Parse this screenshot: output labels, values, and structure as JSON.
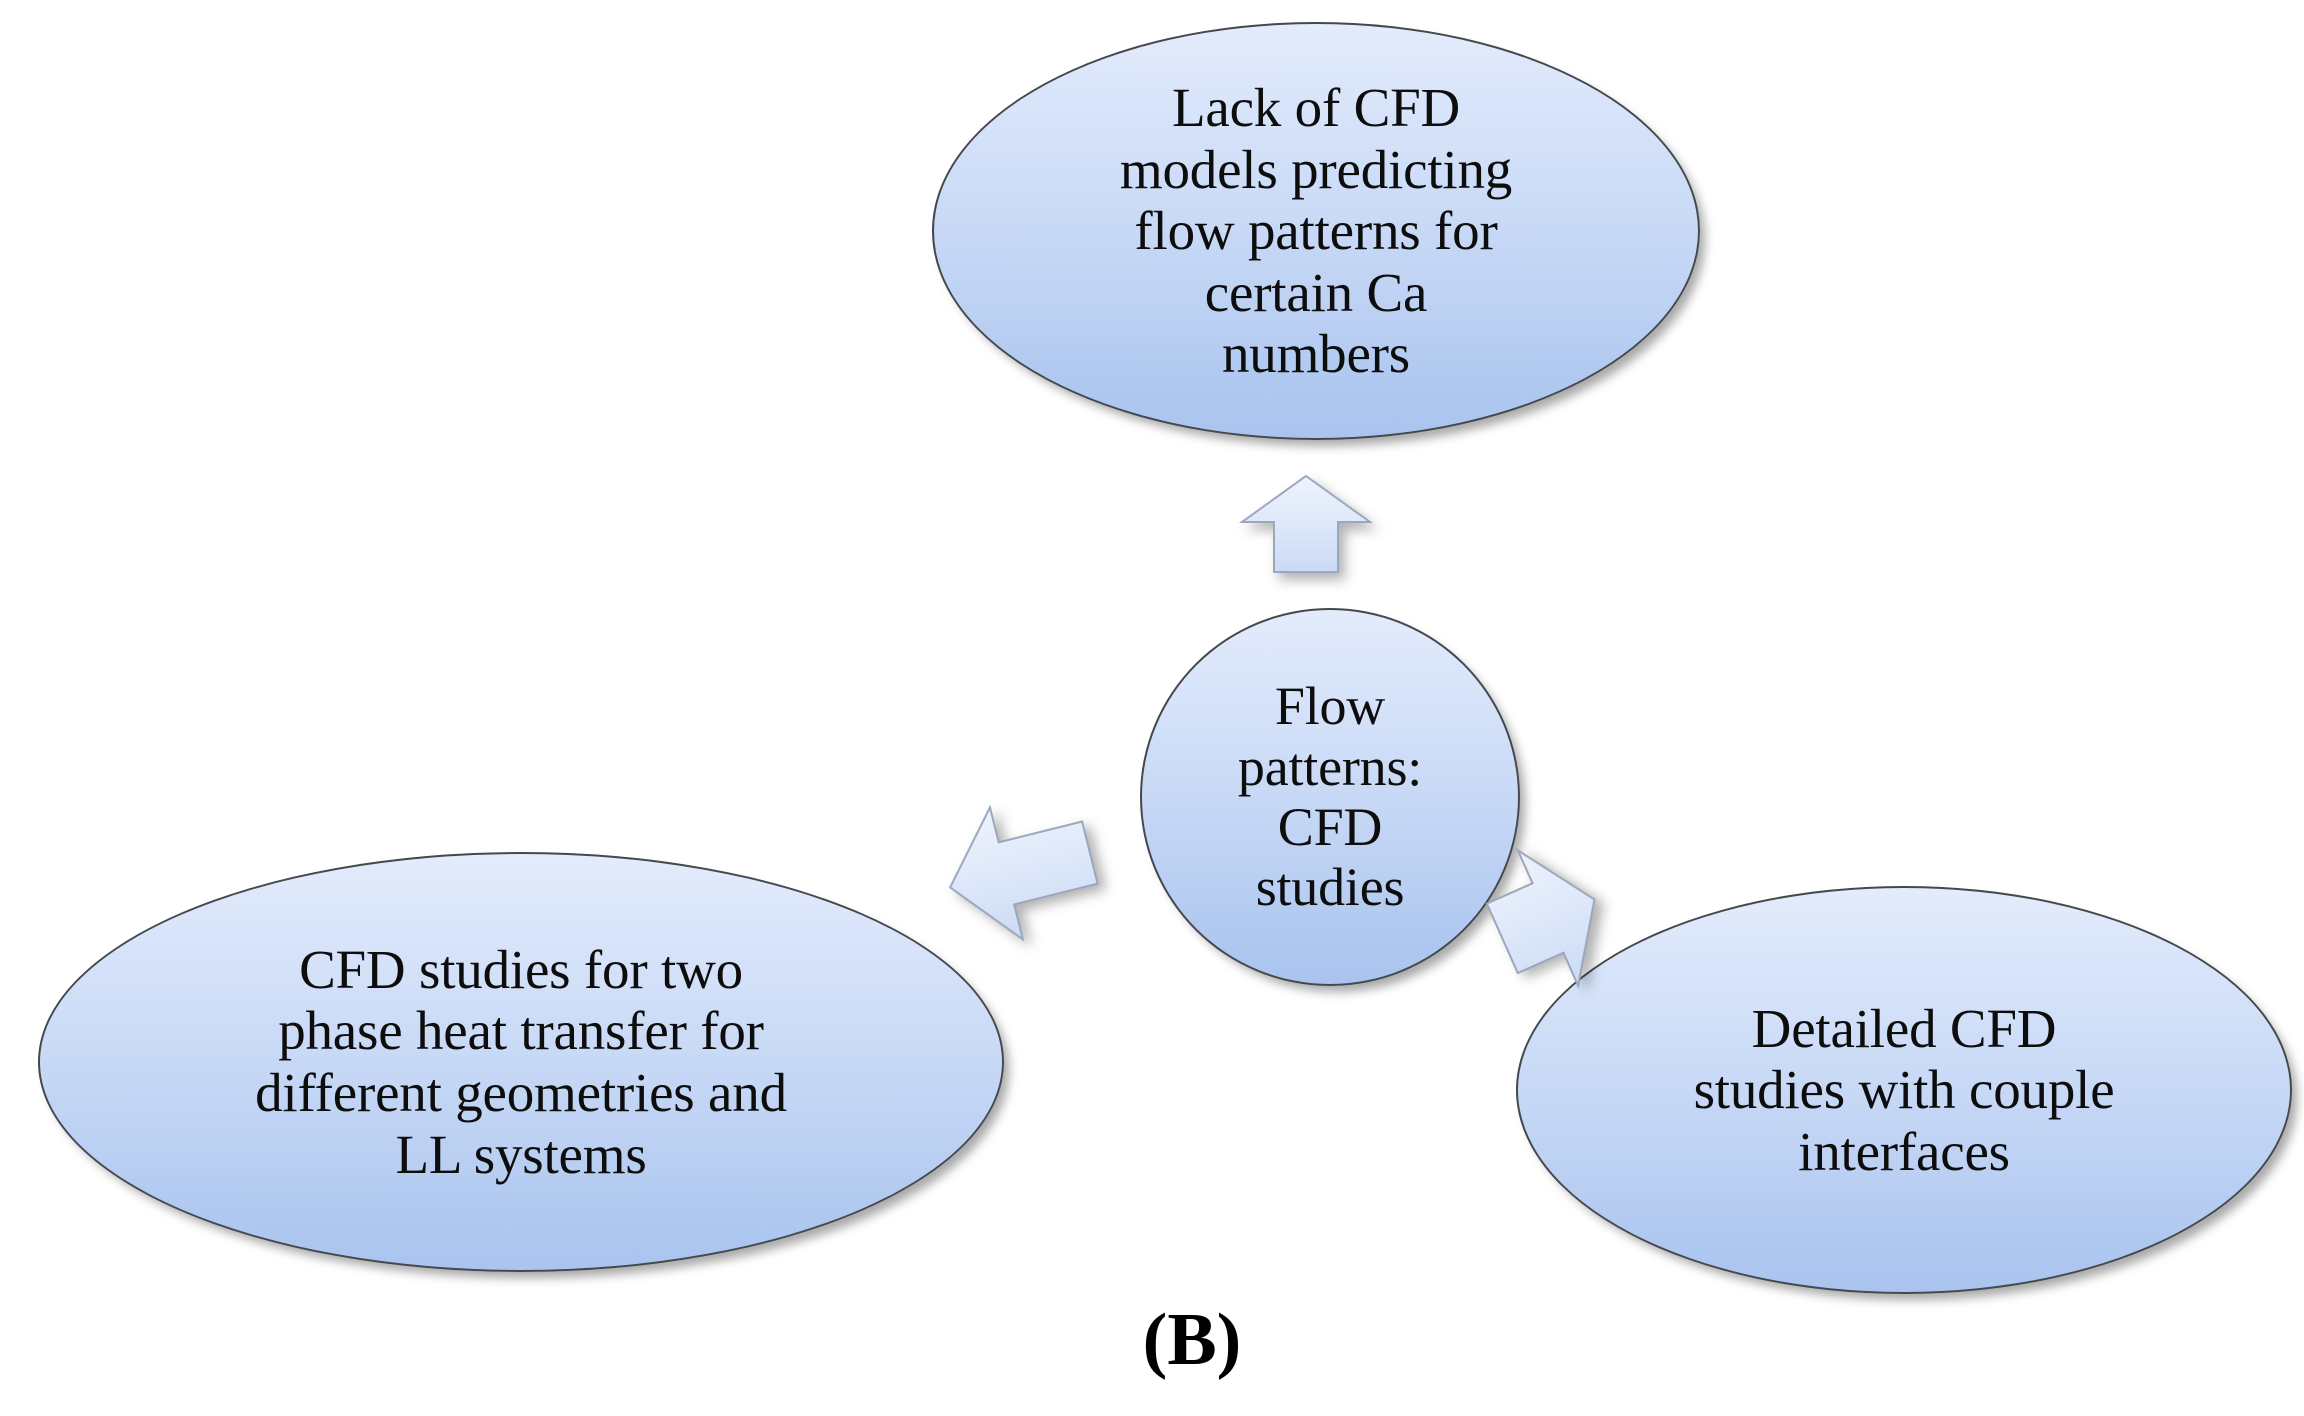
{
  "diagram": {
    "panel_label": "(B)",
    "colors": {
      "node_fill_top": "#e3ecfb",
      "node_fill_bottom": "#a9c4ee",
      "node_border": "#45484d",
      "arrow_fill": "#dde7f9",
      "arrow_border": "#9aa7bd",
      "text": "#0d0d0d",
      "background": "#ffffff"
    },
    "nodes": [
      {
        "id": "center",
        "shape": "circle",
        "role": "hub",
        "text": "Flow\npatterns:\nCFD\nstudies"
      },
      {
        "id": "top",
        "shape": "ellipse",
        "role": "branch",
        "text": "Lack of CFD\nmodels predicting\nflow patterns for\ncertain Ca\nnumbers"
      },
      {
        "id": "left",
        "shape": "ellipse",
        "role": "branch",
        "text": "CFD studies for two\nphase heat transfer for\ndifferent geometries and\nLL systems"
      },
      {
        "id": "right",
        "shape": "ellipse",
        "role": "branch",
        "text": "Detailed CFD\nstudies with couple\ninterfaces"
      }
    ],
    "connectors": [
      {
        "id": "up",
        "icon": "block-arrow-up-icon",
        "from": "center",
        "to": "top"
      },
      {
        "id": "left",
        "icon": "block-arrow-left-icon",
        "from": "center",
        "to": "left"
      },
      {
        "id": "right",
        "icon": "block-arrow-right-icon",
        "from": "center",
        "to": "right"
      }
    ]
  }
}
